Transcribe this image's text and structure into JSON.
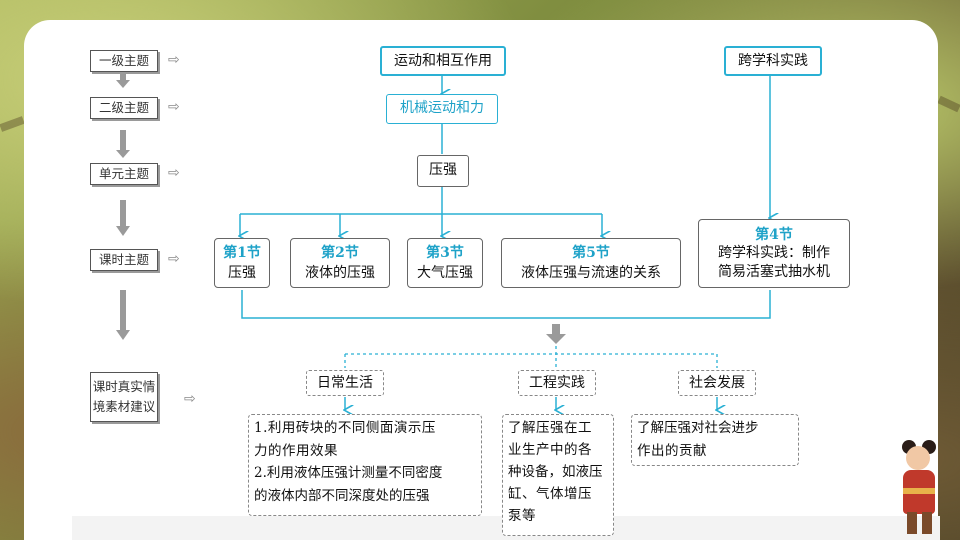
{
  "levels": {
    "level1": "一级主题",
    "level2": "二级主题",
    "unit": "单元主题",
    "lesson": "课时主题",
    "context_line1": "课时真实情",
    "context_line2": "境素材建议"
  },
  "topics": {
    "motion": "运动和相互作用",
    "interdisciplinary": "跨学科实践",
    "mechanics": "机械运动和力",
    "pressure": "压强"
  },
  "lessons": [
    {
      "num": "第1节",
      "name": "压强"
    },
    {
      "num": "第2节",
      "name": "液体的压强"
    },
    {
      "num": "第3节",
      "name": "大气压强"
    },
    {
      "num": "第5节",
      "name": "液体压强与流速的关系"
    },
    {
      "num": "第4节",
      "name_line1": "跨学科实践：制作",
      "name_line2": "简易活塞式抽水机"
    }
  ],
  "categories": {
    "daily": "日常生活",
    "engineering": "工程实践",
    "society": "社会发展"
  },
  "details": {
    "daily_1_line1": "1.利用砖块的不同侧面演示压",
    "daily_1_line2": "力的作用效果",
    "daily_2_line1": "2.利用液体压强计测量不同密度",
    "daily_2_line2": "的液体内部不同深度处的压强",
    "eng_line1": "了解压强在工",
    "eng_line2": "业生产中的各",
    "eng_line3": "种设备，如液压",
    "eng_line4": "缸、气体增压",
    "eng_line5": "泵等",
    "soc_line1": "了解压强对社会进步",
    "soc_line2": "作出的贡献"
  },
  "icons": {
    "level_arrow": "hollow-right-arrow-icon",
    "down_arrow": "gray-down-arrow-icon"
  },
  "colors": {
    "accent": "#1ea2c8",
    "line": "#2ab0d4",
    "border": "#666666"
  }
}
